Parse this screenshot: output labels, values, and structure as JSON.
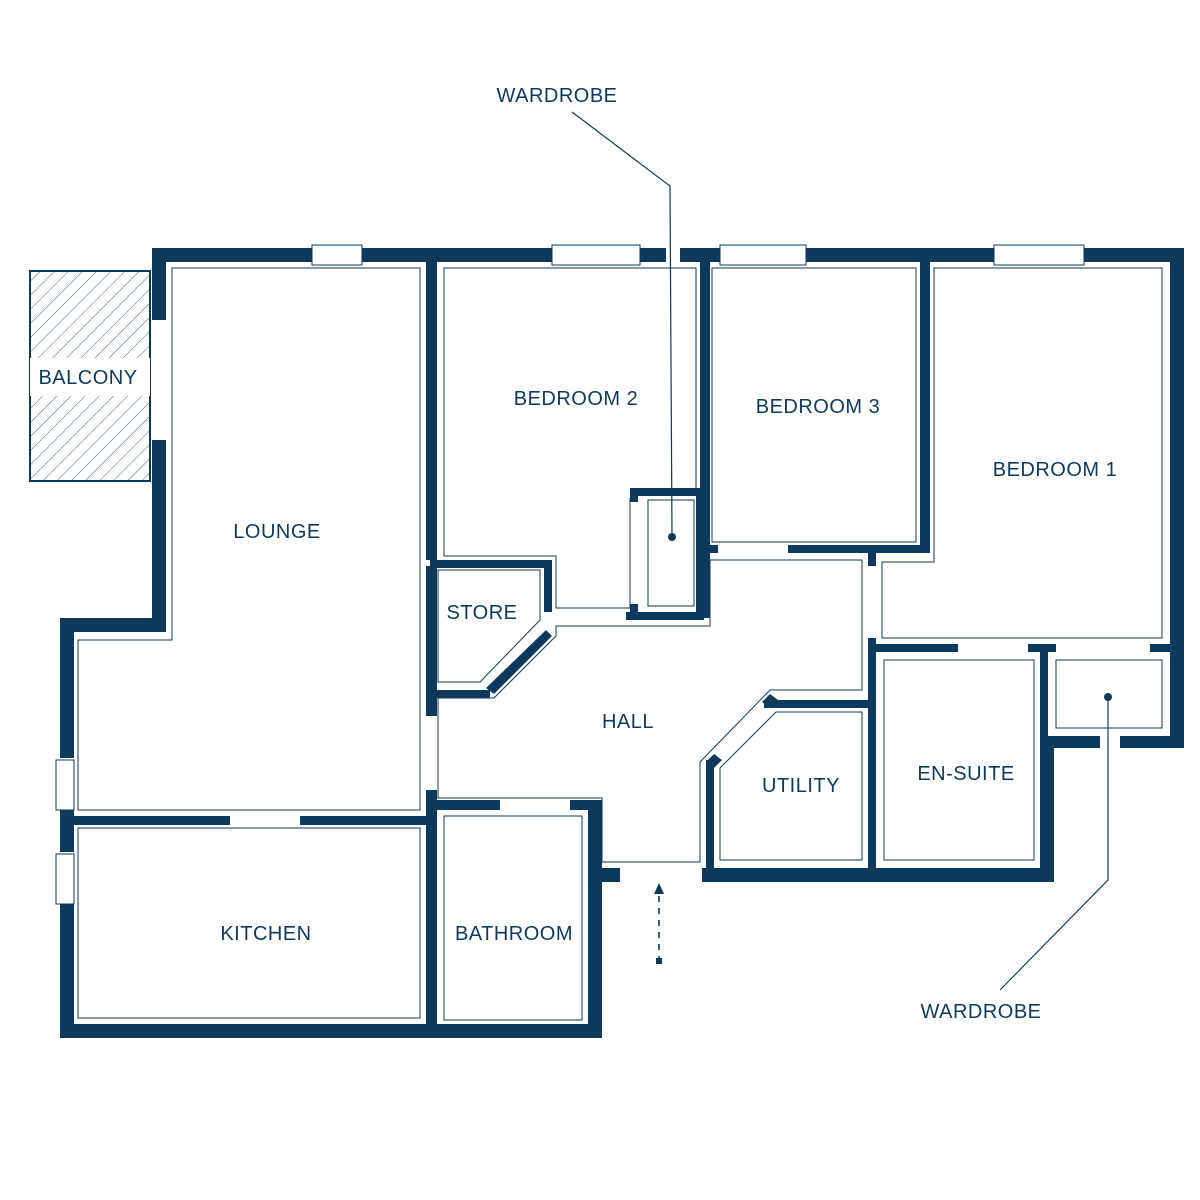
{
  "colors": {
    "wall": "#0d3a5c",
    "background": "#ffffff"
  },
  "rooms": {
    "balcony": "BALCONY",
    "lounge": "LOUNGE",
    "kitchen": "KITCHEN",
    "bedroom_2": "BEDROOM 2",
    "bedroom_3": "BEDROOM 3",
    "bedroom_1": "BEDROOM 1",
    "store": "STORE",
    "hall": "HALL",
    "bathroom": "BATHROOM",
    "utility": "UTILITY",
    "en_suite": "EN-SUITE"
  },
  "callouts": {
    "wardrobe_top": "WARDROBE",
    "wardrobe_bottom": "WARDROBE"
  },
  "icons": {
    "entrance": "dashed-arrow-up-icon",
    "window": "hatched-window-icon"
  }
}
